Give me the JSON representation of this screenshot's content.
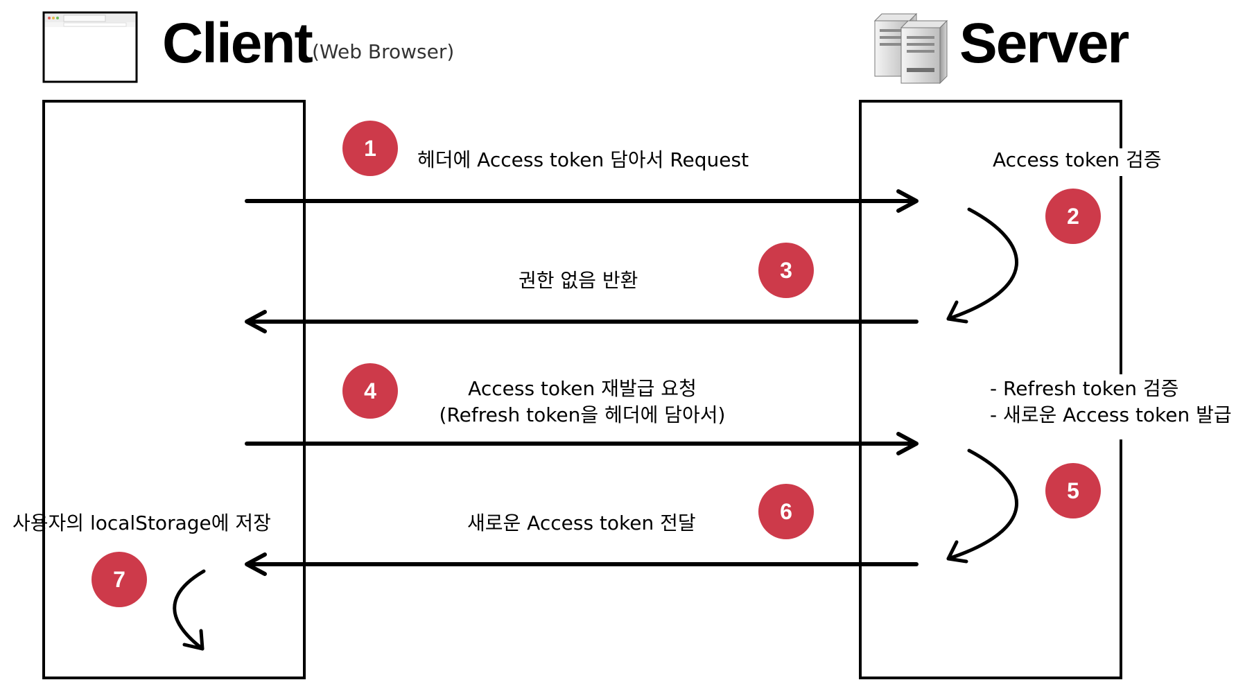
{
  "colors": {
    "badge": "#cd3a4a",
    "line": "#000000"
  },
  "client": {
    "title": "Client",
    "subtitle": "(Web Browser)",
    "icon": "browser-window-icon"
  },
  "server": {
    "title": "Server",
    "icon": "server-icon"
  },
  "steps": [
    {
      "num": "1",
      "label": "헤더에 Access token 담아서 Request"
    },
    {
      "num": "2",
      "label": "Access token 검증"
    },
    {
      "num": "3",
      "label": "권한 없음 반환"
    },
    {
      "num": "4",
      "label_line1": "Access token 재발급 요청",
      "label_line2": "(Refresh token을 헤더에 담아서)"
    },
    {
      "num": "5",
      "label_line1": "- Refresh token 검증",
      "label_line2": "- 새로운 Access token 발급"
    },
    {
      "num": "6",
      "label": "새로운 Access token 전달"
    },
    {
      "num": "7",
      "label": "사용자의 localStorage에 저장"
    }
  ]
}
